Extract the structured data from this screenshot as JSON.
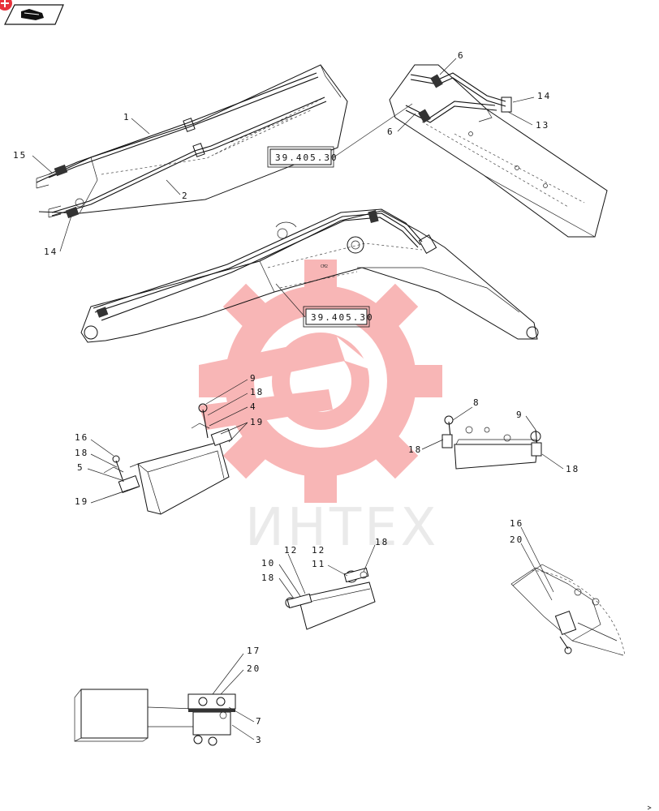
{
  "header": {
    "badge_icon": "plus-icon",
    "tab_icon": "book-hand-icon"
  },
  "watermark": {
    "text": "ИНТЕХ",
    "logo_icon": "gear-wrench-icon",
    "logo_color": "#f47b7b"
  },
  "references": [
    {
      "id": "ref-top",
      "label": "39.405.30"
    },
    {
      "id": "ref-mid",
      "label": "39.405.30"
    }
  ],
  "callouts": {
    "c1": "1",
    "c2": "2",
    "c15": "15",
    "c14a": "14",
    "c6a": "6",
    "c6b": "6",
    "c14b": "14",
    "c13": "13",
    "c9a": "9",
    "c18a": "18",
    "c4": "4",
    "c19a": "19",
    "c16a": "16",
    "c18b": "18",
    "c5": "5",
    "c19b": "19",
    "c8": "8",
    "c18c": "18",
    "c9b": "9",
    "c18d": "18",
    "c12a": "12",
    "c10": "10",
    "c18e": "18",
    "c12b": "12",
    "c11": "11",
    "c18f": "18",
    "c16b": "16",
    "c20a": "20",
    "c17": "17",
    "c20b": "20",
    "c7": "7",
    "c3": "3"
  },
  "colors": {
    "badge": "#e8323c",
    "line": "#111111"
  }
}
